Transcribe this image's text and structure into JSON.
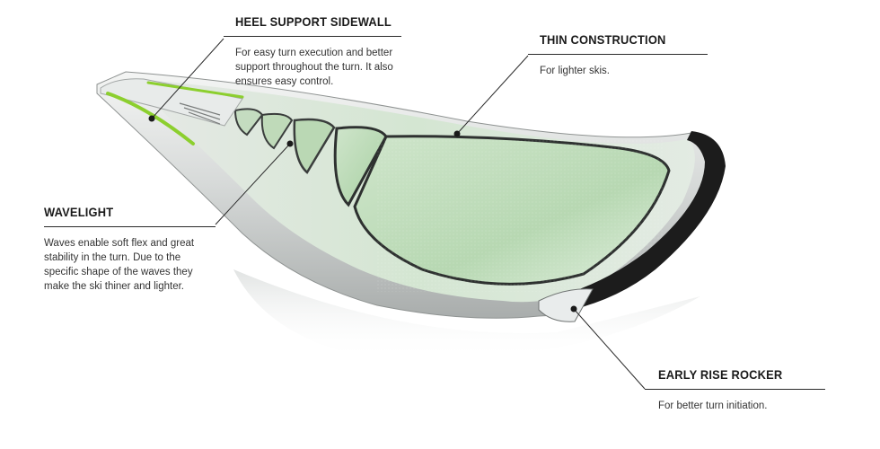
{
  "callouts": {
    "heel": {
      "title": "HEEL SUPPORT SIDEWALL",
      "text": "For easy turn execution and better support throughout the turn. It also ensures easy control."
    },
    "thin": {
      "title": "THIN CONSTRUCTION",
      "text": "For lighter skis."
    },
    "wave": {
      "title": "WAVELIGHT",
      "text": "Waves enable soft flex and great stability in the turn. Due to the specific shape of the waves they make the ski thiner and lighter."
    },
    "rocker": {
      "title": "EARLY RISE ROCKER",
      "text": "For better turn initiation."
    }
  },
  "colors": {
    "accent_green": "#8ccf2e",
    "ski_silver": "#c9cccc",
    "ski_dark_edge": "#1c1c1c",
    "text": "#333333"
  }
}
